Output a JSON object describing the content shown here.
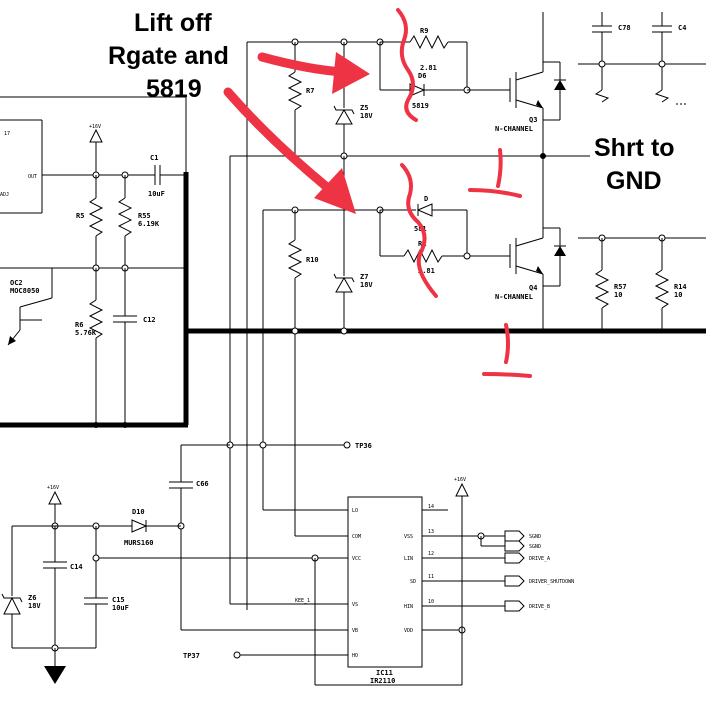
{
  "annotations": {
    "lift_off_line1": "Lift off",
    "lift_off_line2": "Rgate and",
    "lift_off_line3": "5819",
    "short_line1": "Shrt to",
    "short_line2": "GND"
  },
  "components": {
    "r9": "R9",
    "r9_val": "2.81",
    "d6": "D6",
    "d6_val": "5819",
    "r7": "R7",
    "z5": "Z5",
    "z5_val": "18V",
    "q3": "Q3",
    "q3_type": "N-CHANNEL",
    "c78": "C78",
    "c4": "C4",
    "c1": "C1",
    "c1_val": "10uF",
    "r5": "R5",
    "r55": "R55",
    "r55_val": "6.19K",
    "ic17": "17",
    "ic17_out": "OUT",
    "ic17_adj": "ADJ",
    "plus16v_a": "+16V",
    "oc2": "OC2",
    "oc2_part": "MOC8050",
    "r6": "R6",
    "r6_val": "5.76K",
    "c12": "C12",
    "d_lower": "D",
    "d_lower_val": "581",
    "r_lower": "R1",
    "r_lower_val": "2.81",
    "r10": "R10",
    "z7": "Z7",
    "z7_val": "18V",
    "q4": "Q4",
    "q4_type": "N-CHANNEL",
    "r57": "R57",
    "r57_val": "10",
    "r14": "R14",
    "r14_val": "10",
    "tp36": "TP36",
    "c66": "C66",
    "plus16v_b": "+16V",
    "d10": "D10",
    "d10_val": "MURS160",
    "plus16v_c": "+16V",
    "c14": "C14",
    "z6": "Z6",
    "z6_val": "18V",
    "c15": "C15",
    "c15_val": "10uF",
    "tp37": "TP37",
    "ic11": "IC11",
    "ic11_part": "IR2110",
    "pin_lo": "LO",
    "pin_com": "COM",
    "pin_vcc": "VCC",
    "pin_vs": "VS",
    "pin_vb": "VB",
    "pin_ho": "HO",
    "pin_vss": "VSS",
    "pin_lin": "LIN",
    "pin_sd": "SD",
    "pin_hin": "HIN",
    "pin_vdd": "VDD",
    "num_14": "14",
    "num_13": "13",
    "num_12": "12",
    "num_11": "11",
    "num_10": "10",
    "kee": "KEE_1",
    "net_gnd1": "SGND",
    "net_gnd2": "SGND",
    "net_drive_a": "DRIVE_A",
    "net_shutdown": "DRIVER_SHUTDOWN",
    "net_drive_b": "DRIVE_B"
  }
}
